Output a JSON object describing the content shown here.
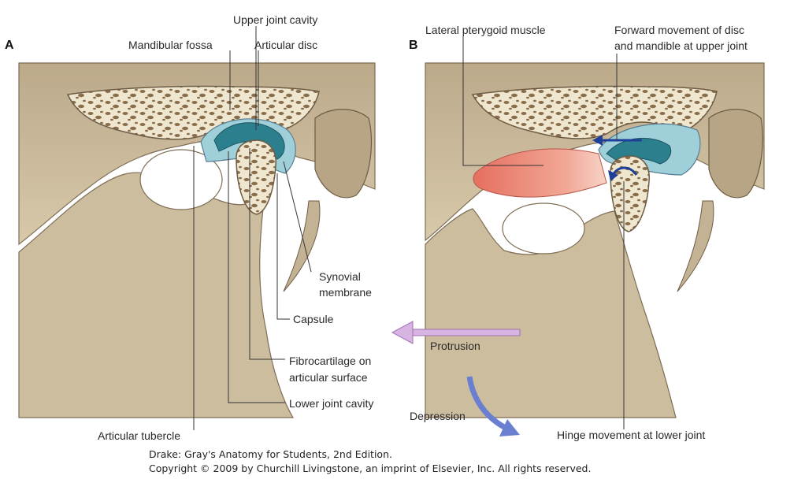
{
  "panels": {
    "a": "A",
    "b": "B"
  },
  "labels": {
    "upper_joint_cavity": "Upper joint cavity",
    "mandibular_fossa": "Mandibular fossa",
    "articular_disc": "Articular disc",
    "synovial_membrane_1": "Synovial",
    "synovial_membrane_2": "membrane",
    "capsule": "Capsule",
    "fibrocartilage_1": "Fibrocartilage on",
    "fibrocartilage_2": "articular surface",
    "lower_joint_cavity": "Lower joint cavity",
    "articular_tubercle": "Articular tubercle",
    "lateral_pterygoid": "Lateral pterygoid muscle",
    "forward_movement_1": "Forward movement of disc",
    "forward_movement_2": "and mandible at upper joint",
    "hinge_movement": "Hinge movement at lower joint",
    "protrusion": "Protrusion",
    "depression": "Depression"
  },
  "credit": {
    "line1": "Drake: Gray's Anatomy for Students, 2nd Edition.",
    "line2": "Copyright © 2009 by Churchill Livingstone, an imprint of Elsevier, Inc. All rights reserved."
  },
  "colors": {
    "bone": "#c9b99a",
    "bone_dark": "#a8977a",
    "bone_cancellous": "#efe6cf",
    "disc": "#2c7f8c",
    "cavity": "#3aa0b3",
    "muscle": "#e8806e",
    "protrusion_arrow": "#c79ad6",
    "depression_arrow": "#6a7fd0",
    "movement_arrow": "#1d3f9a"
  }
}
